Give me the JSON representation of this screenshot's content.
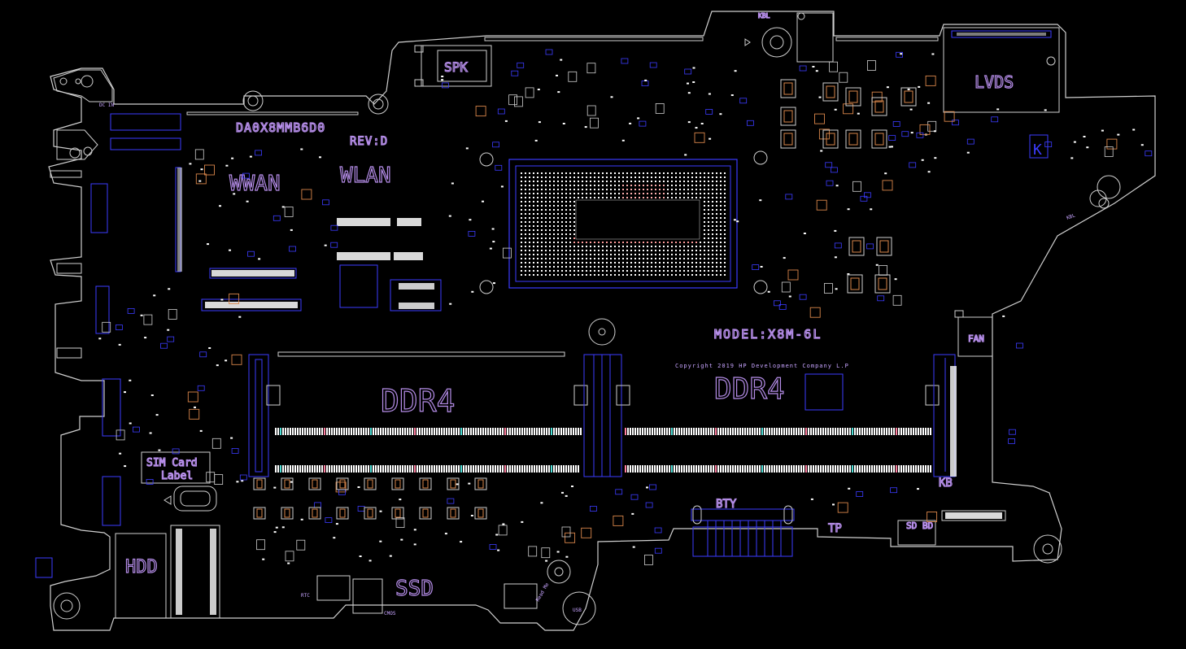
{
  "labels": {
    "spk": "SPK",
    "kbl": "KBL",
    "lvds": "LVDS",
    "k_mark": "K",
    "kbl_side": "KBL",
    "dc_in": "DC IN",
    "board_id": "DA0X8MMB6D0",
    "rev": "REV:D",
    "wwan": "WWAN",
    "wlan": "WLAN",
    "model": "MODEL:X8M-6L",
    "copyright": "Copyright 2019 HP Development Company L.P",
    "ddr4_left": "DDR4",
    "ddr4_right": "DDR4",
    "fan": "FAN",
    "sim_card_line1": "SIM Card",
    "sim_card_line2": "Label",
    "hdd": "HDD",
    "ssd": "SSD",
    "bty": "BTY",
    "kb": "KB",
    "tp": "TP",
    "sd_bd": "SD BD",
    "rtc": "RTC",
    "cmos": "CMOS",
    "read_me": "Read Me",
    "usb": "USB"
  },
  "colors": {
    "board_outline": "#cfcfcf",
    "component_blue": "#3b3bff",
    "text_purple": "#c7a4ff",
    "pad_white": "#ffffff",
    "accent_orange": "#d9864a",
    "accent_cyan": "#4fe0d8",
    "accent_pink": "#ff7fa0"
  }
}
